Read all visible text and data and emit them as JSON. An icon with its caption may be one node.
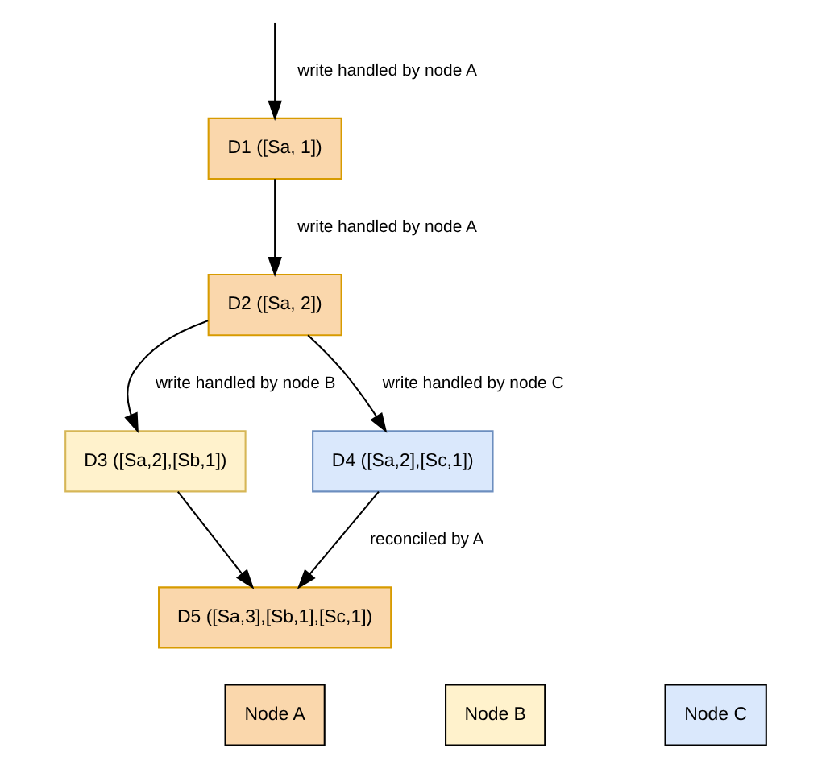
{
  "diagram": {
    "nodes": [
      {
        "text": [
          "D1 ([Sa, 1])"
        ]
      },
      {
        "text": [
          "D2 ([Sa, 2])"
        ]
      },
      {
        "text": [
          "D3 ([Sa,2],[Sb,1])"
        ]
      },
      {
        "text": [
          "D4 ([Sa,2],[Sc,1])"
        ]
      },
      {
        "text": [
          "D5 ([Sa,3],[Sb,1],[Sc,1])"
        ]
      }
    ],
    "edges": [
      {
        "from": null,
        "to": 0,
        "arrow": "to",
        "label": "write handled by node A"
      },
      {
        "from": 0,
        "to": 1,
        "arrow": "to",
        "label": "write handled by node A"
      },
      {
        "from": 1,
        "to": 2,
        "arrow": "to",
        "label": "write handled by node B"
      },
      {
        "from": 1,
        "to": 3,
        "arrow": "to",
        "label": "write handled by node C"
      },
      {
        "from": 2,
        "to": 4,
        "arrow": "to"
      },
      {
        "from": 3,
        "to": 4,
        "arrow": "to",
        "label": "reconciled by A"
      }
    ],
    "legend": [
      {
        "text": "Node A",
        "color": "#fad7ac"
      },
      {
        "text": "Node B",
        "color": "#fff2cc"
      },
      {
        "text": "Node C",
        "color": "#dae8fc"
      }
    ]
  }
}
